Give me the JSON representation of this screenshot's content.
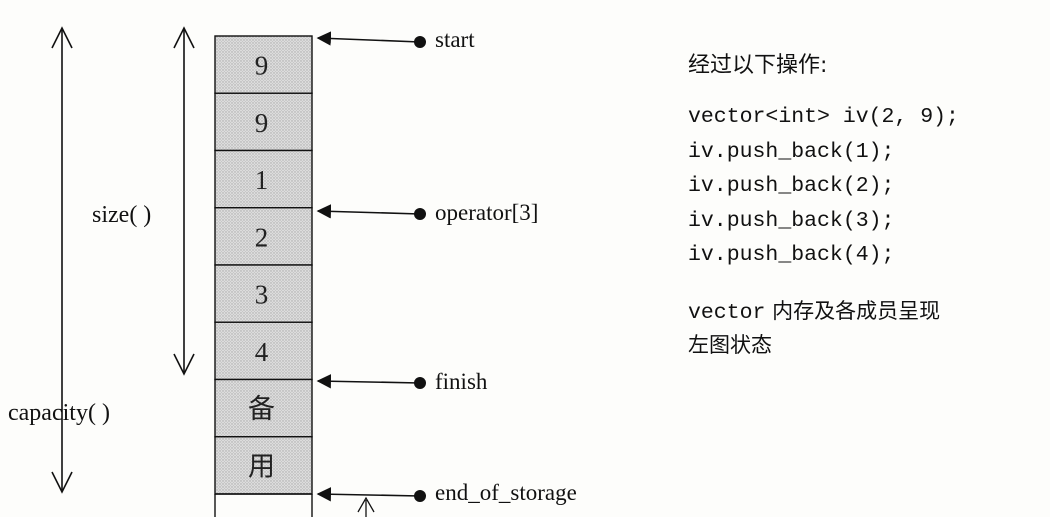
{
  "diagram": {
    "cells": [
      "9",
      "9",
      "1",
      "2",
      "3",
      "4",
      "备",
      "用"
    ],
    "pointers": {
      "start": "start",
      "operator": "operator[3]",
      "finish": "finish",
      "end_of_storage": "end_of_storage"
    },
    "size_label": "size( )",
    "capacity_label": "capacity( )"
  },
  "panel": {
    "heading": "经过以下操作:",
    "code": [
      "vector<int> iv(2, 9);",
      "iv.push_back(1);",
      "iv.push_back(2);",
      "iv.push_back(3);",
      "iv.push_back(4);"
    ],
    "desc_code": "vector",
    "desc_text1": " 内存及各成员呈现",
    "desc_text2": "左图状态"
  }
}
